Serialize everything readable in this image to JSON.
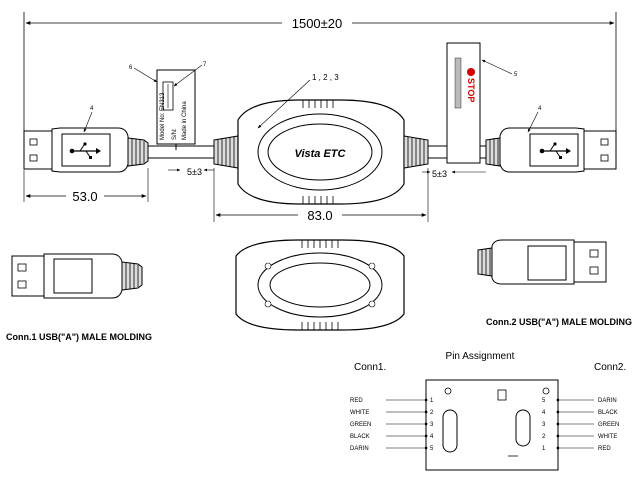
{
  "dimensions": {
    "overall": "1500±20",
    "left_plug": "53.0",
    "left_gap": "5±3",
    "right_gap": "5±3",
    "module_width": "83.0"
  },
  "callouts": {
    "c6": "6",
    "c7": "7",
    "c123": "1 , 2 , 3",
    "c5": "5",
    "c4_left": "4",
    "c4_right": "4"
  },
  "label_tag": {
    "line1": "Model No: EN313",
    "line2": "S/N:",
    "line3": "Made in China"
  },
  "stop_tag": {
    "text": "STOP"
  },
  "module": {
    "brand": "Vista ETC"
  },
  "captions": {
    "conn1": "Conn.1 USB(\"A\") MALE MOLDING",
    "conn2": "Conn.2 USB(\"A\") MALE MOLDING"
  },
  "pin_assignment": {
    "title": "Pin Assignment",
    "conn1_label": "Conn1.",
    "conn2_label": "Conn2.",
    "left_pins": [
      {
        "wire": "RED",
        "pin": "1"
      },
      {
        "wire": "WHITE",
        "pin": "2"
      },
      {
        "wire": "GREEN",
        "pin": "3"
      },
      {
        "wire": "BLACK",
        "pin": "4"
      },
      {
        "wire": "DARIN",
        "pin": "5"
      }
    ],
    "right_pins": [
      {
        "wire": "DARIN",
        "pin": "5"
      },
      {
        "wire": "BLACK",
        "pin": "4"
      },
      {
        "wire": "GREEN",
        "pin": "3"
      },
      {
        "wire": "WHITE",
        "pin": "2"
      },
      {
        "wire": "RED",
        "pin": "1"
      }
    ]
  }
}
